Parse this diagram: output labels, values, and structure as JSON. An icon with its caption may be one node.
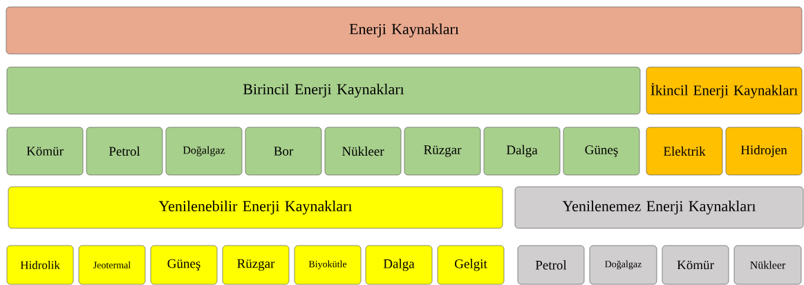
{
  "diagram": {
    "nodes": [
      {
        "text": [
          "Enerji Kaynakları"
        ]
      },
      {
        "text": [
          "Birincil Enerji Kaynakları"
        ]
      },
      {
        "text": [
          "İkincil Enerji Kaynakları"
        ]
      },
      {
        "text": [
          "Kömür"
        ]
      },
      {
        "text": [
          "Petrol"
        ]
      },
      {
        "text": [
          "Doğalgaz"
        ]
      },
      {
        "text": [
          "Bor"
        ]
      },
      {
        "text": [
          "Nükleer"
        ]
      },
      {
        "text": [
          "Rüzgar"
        ]
      },
      {
        "text": [
          "Dalga"
        ]
      },
      {
        "text": [
          "Güneş"
        ]
      },
      {
        "text": [
          "Elektrik"
        ]
      },
      {
        "text": [
          "Hidrojen"
        ]
      },
      {
        "text": [
          "Yenilenebilir Enerji Kaynakları"
        ]
      },
      {
        "text": [
          "Yenilenemez Enerji Kaynakları"
        ]
      },
      {
        "text": [
          "Hidrolik"
        ]
      },
      {
        "text": [
          "Jeotermal"
        ]
      },
      {
        "text": [
          "Güneş"
        ]
      },
      {
        "text": [
          "Rüzgar"
        ]
      },
      {
        "text": [
          "Biyokütle"
        ]
      },
      {
        "text": [
          "Dalga"
        ]
      },
      {
        "text": [
          "Gelgit"
        ]
      },
      {
        "text": [
          "Petrol"
        ]
      },
      {
        "text": [
          "Doğalgaz"
        ]
      },
      {
        "text": [
          "Kömür"
        ]
      },
      {
        "text": [
          "Nükleer"
        ]
      }
    ]
  }
}
